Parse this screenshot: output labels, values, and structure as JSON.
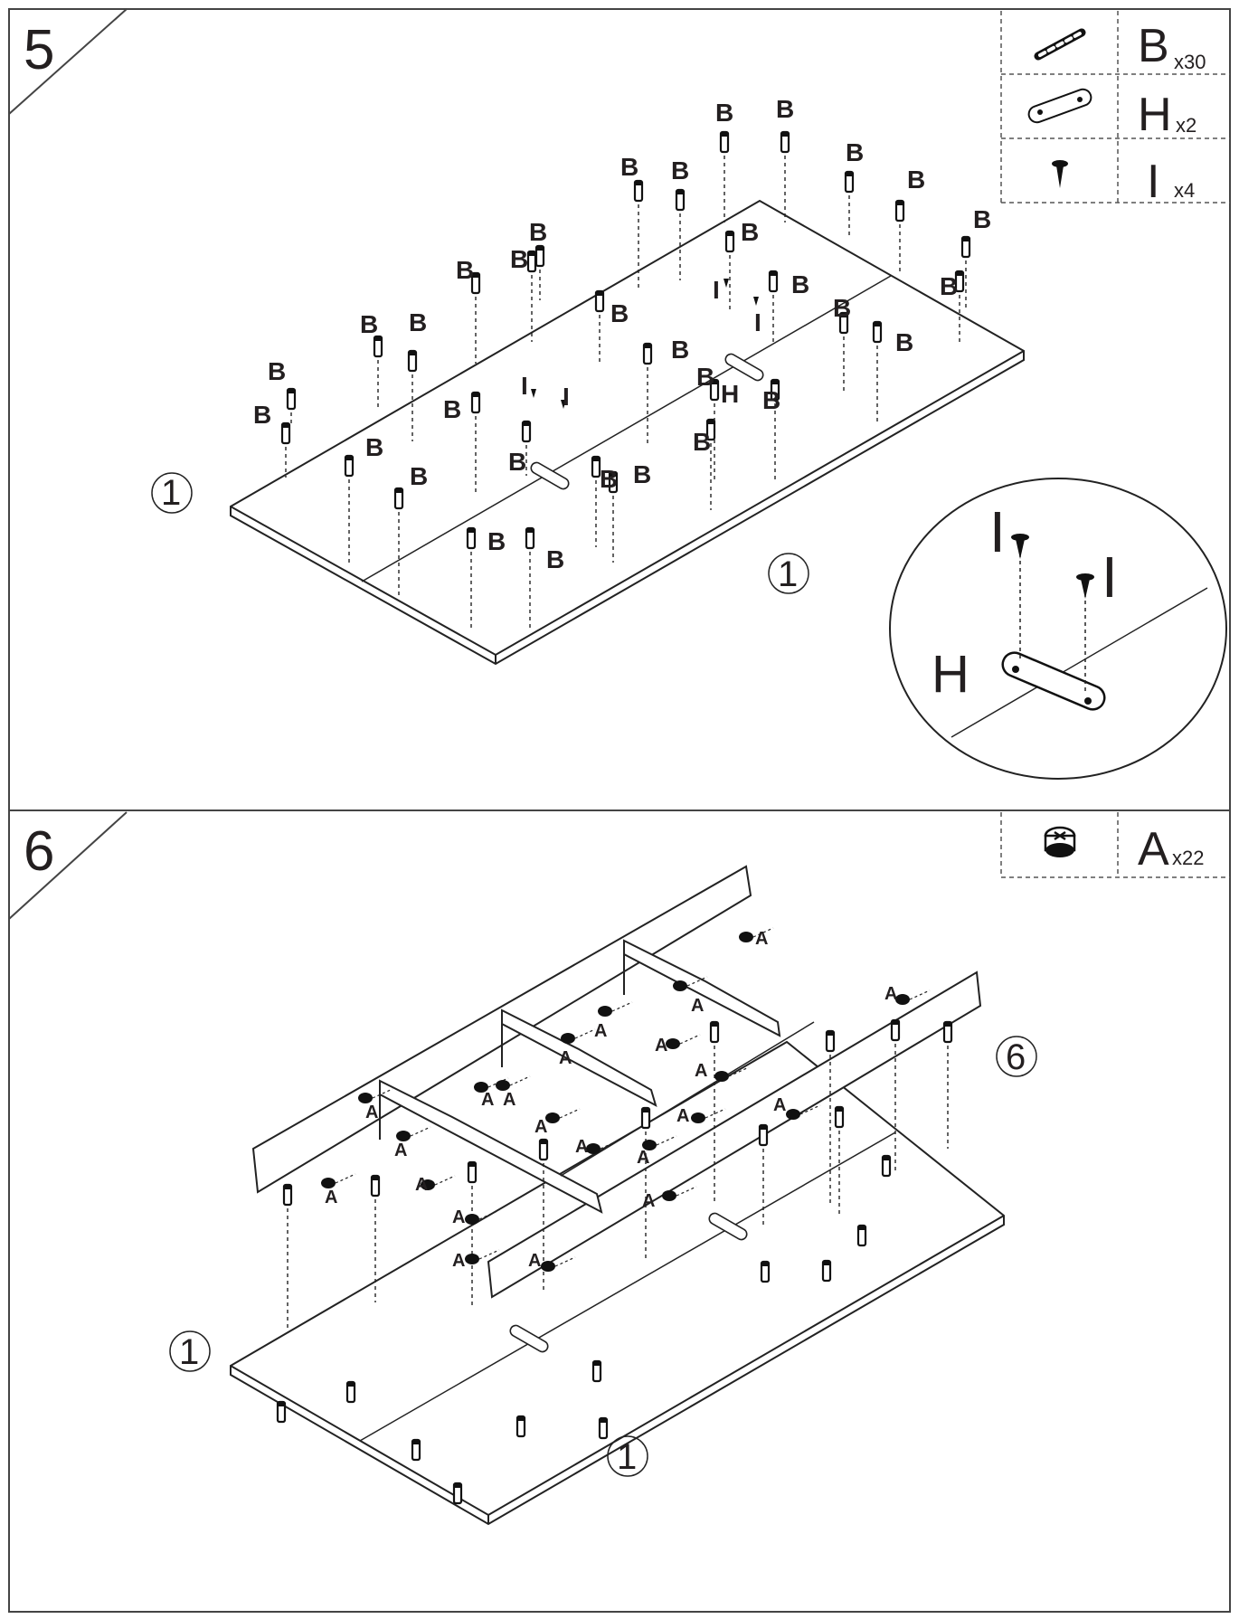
{
  "steps": [
    {
      "number": "5",
      "parts": [
        {
          "letter": "B",
          "qty": "x30",
          "icon": "dowel-icon"
        },
        {
          "letter": "H",
          "qty": "x2",
          "icon": "connector-plate-icon"
        },
        {
          "letter": "I",
          "qty": "x4",
          "icon": "screw-icon"
        }
      ],
      "panel_label": "1",
      "panel_label_2": "1",
      "dowel_label": "B",
      "screw_label": "I",
      "plate_label": "H",
      "detail": {
        "plate": "H",
        "screw": "I"
      }
    },
    {
      "number": "6",
      "parts": [
        {
          "letter": "A",
          "qty": "x22",
          "icon": "cam-lock-icon"
        }
      ],
      "panel_label": "1",
      "panel_label_2": "1",
      "frame_label": "6",
      "cam_label": "A"
    }
  ]
}
